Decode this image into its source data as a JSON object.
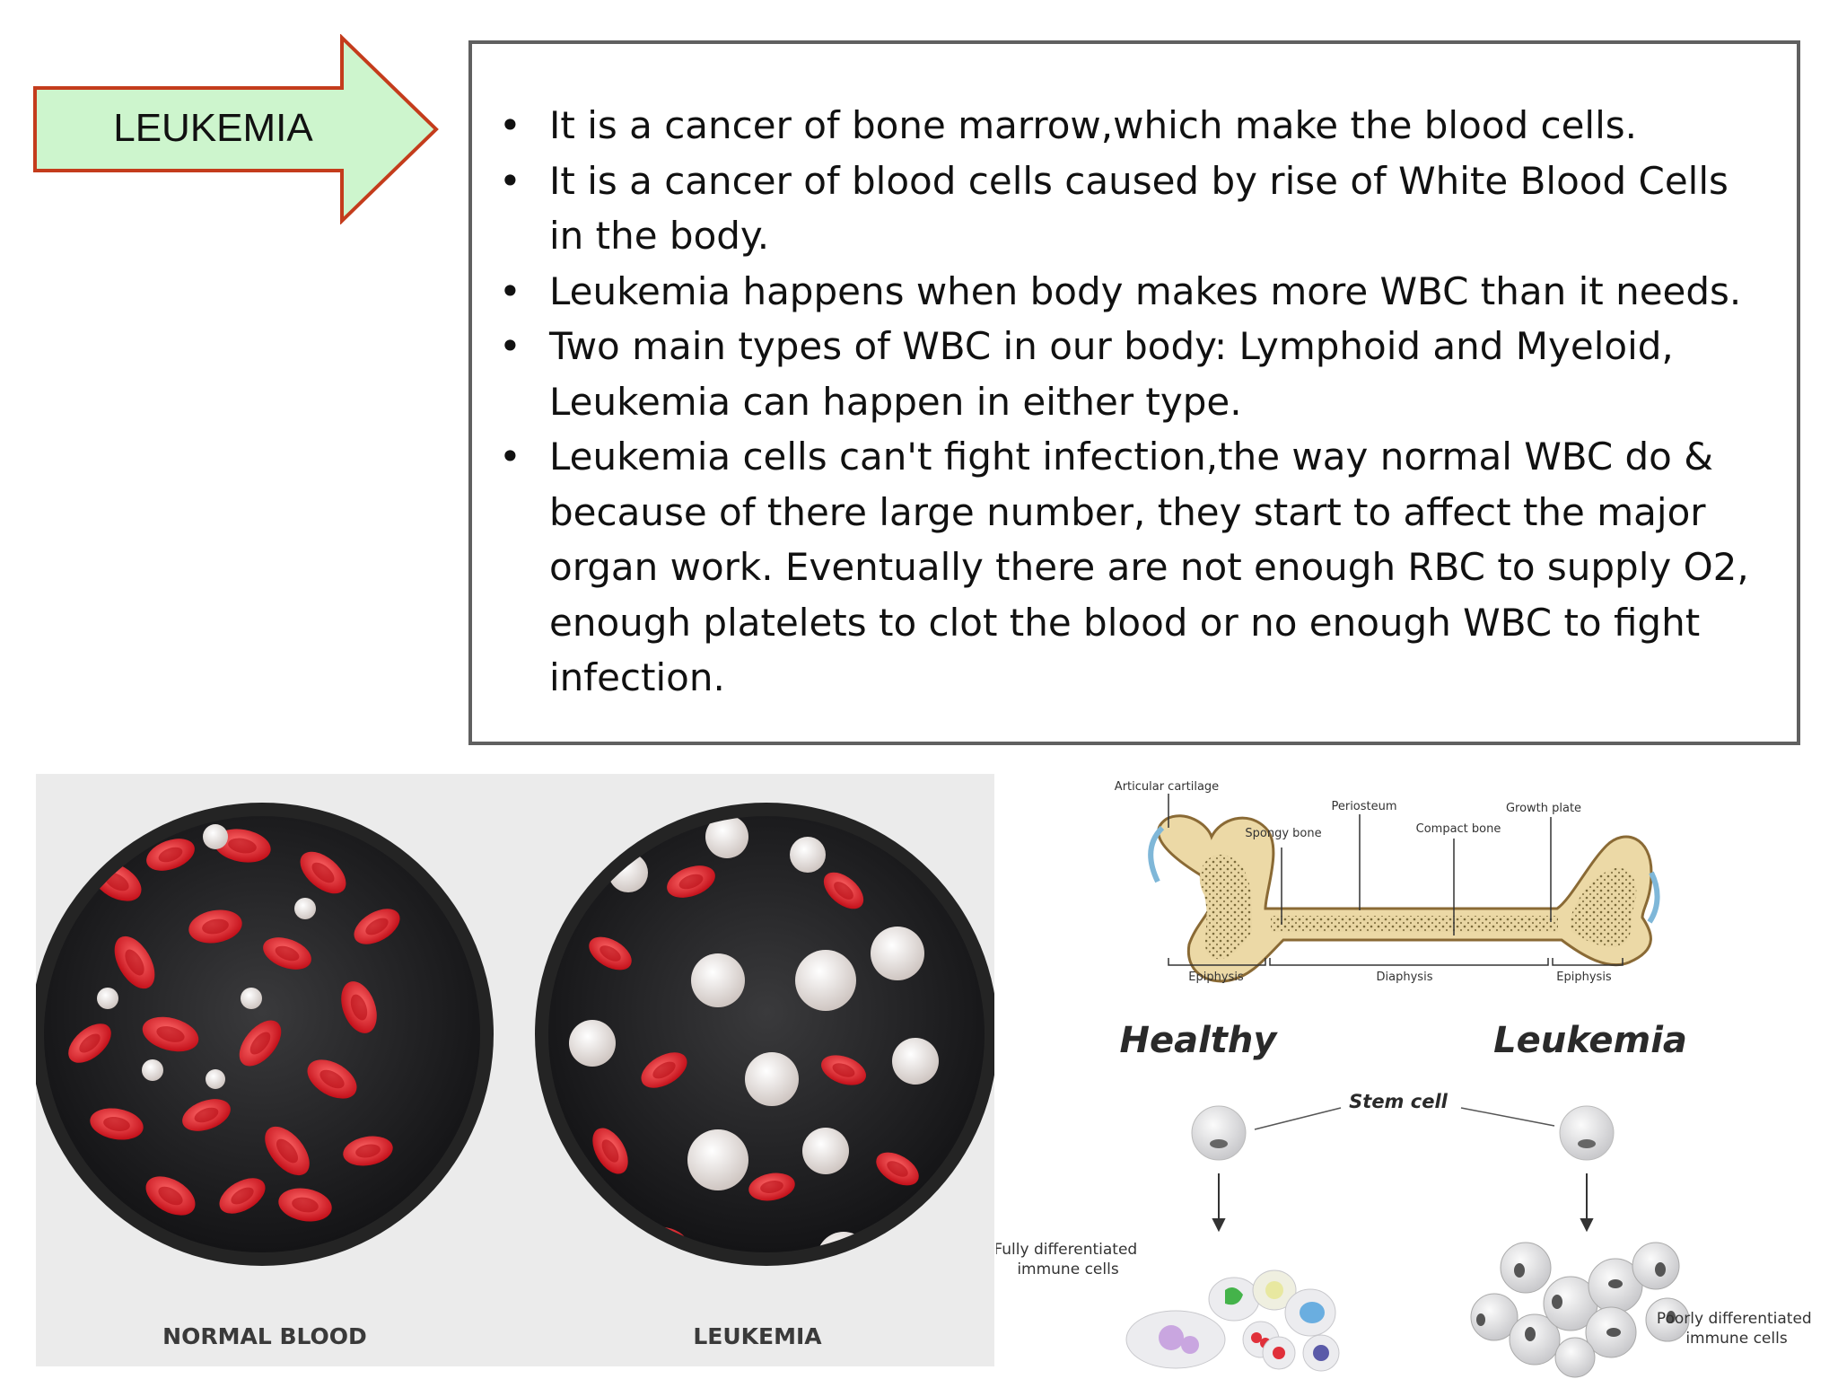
{
  "title_arrow": {
    "label": "LEUKEMIA",
    "fill": "#cdf5cd",
    "stroke": "#c43c1c"
  },
  "bullets": [
    "It is a cancer of bone marrow,which make the blood cells.",
    "It is a cancer of blood cells caused by rise of White Blood Cells in the body.",
    "Leukemia happens when body makes more WBC than it needs.",
    "Two main types of WBC in our body: Lymphoid and Myeloid, Leukemia can happen in either type.",
    "Leukemia cells can't fight infection,the way normal WBC do & because of there large number, they start to affect the major organ work. Eventually there are not enough RBC to supply O2, enough platelets to clot the blood or no enough WBC to fight infection."
  ],
  "bullet_symbol": "•",
  "blood_image": {
    "normal_label": "NORMAL BLOOD",
    "leukemia_label": "LEUKEMIA",
    "rbc_color": "#e8242a",
    "wbc_color": "#f3ece8"
  },
  "bone_diagram": {
    "labels": {
      "articular_cartilage": "Articular cartilage",
      "periosteum": "Periosteum",
      "growth_plate": "Growth plate",
      "spongy_bone": "Spongy bone",
      "compact_bone": "Compact bone",
      "epiphysis_left": "Epiphysis",
      "diaphysis": "Diaphysis",
      "epiphysis_right": "Epiphysis"
    },
    "healthy": "Healthy",
    "leukemia": "Leukemia",
    "stem_cell": "Stem cell",
    "fully_line1": "Fully differentiated",
    "fully_line2": "immune cells",
    "poorly_line1": "Poorly differentiated",
    "poorly_line2": "immune cells"
  }
}
